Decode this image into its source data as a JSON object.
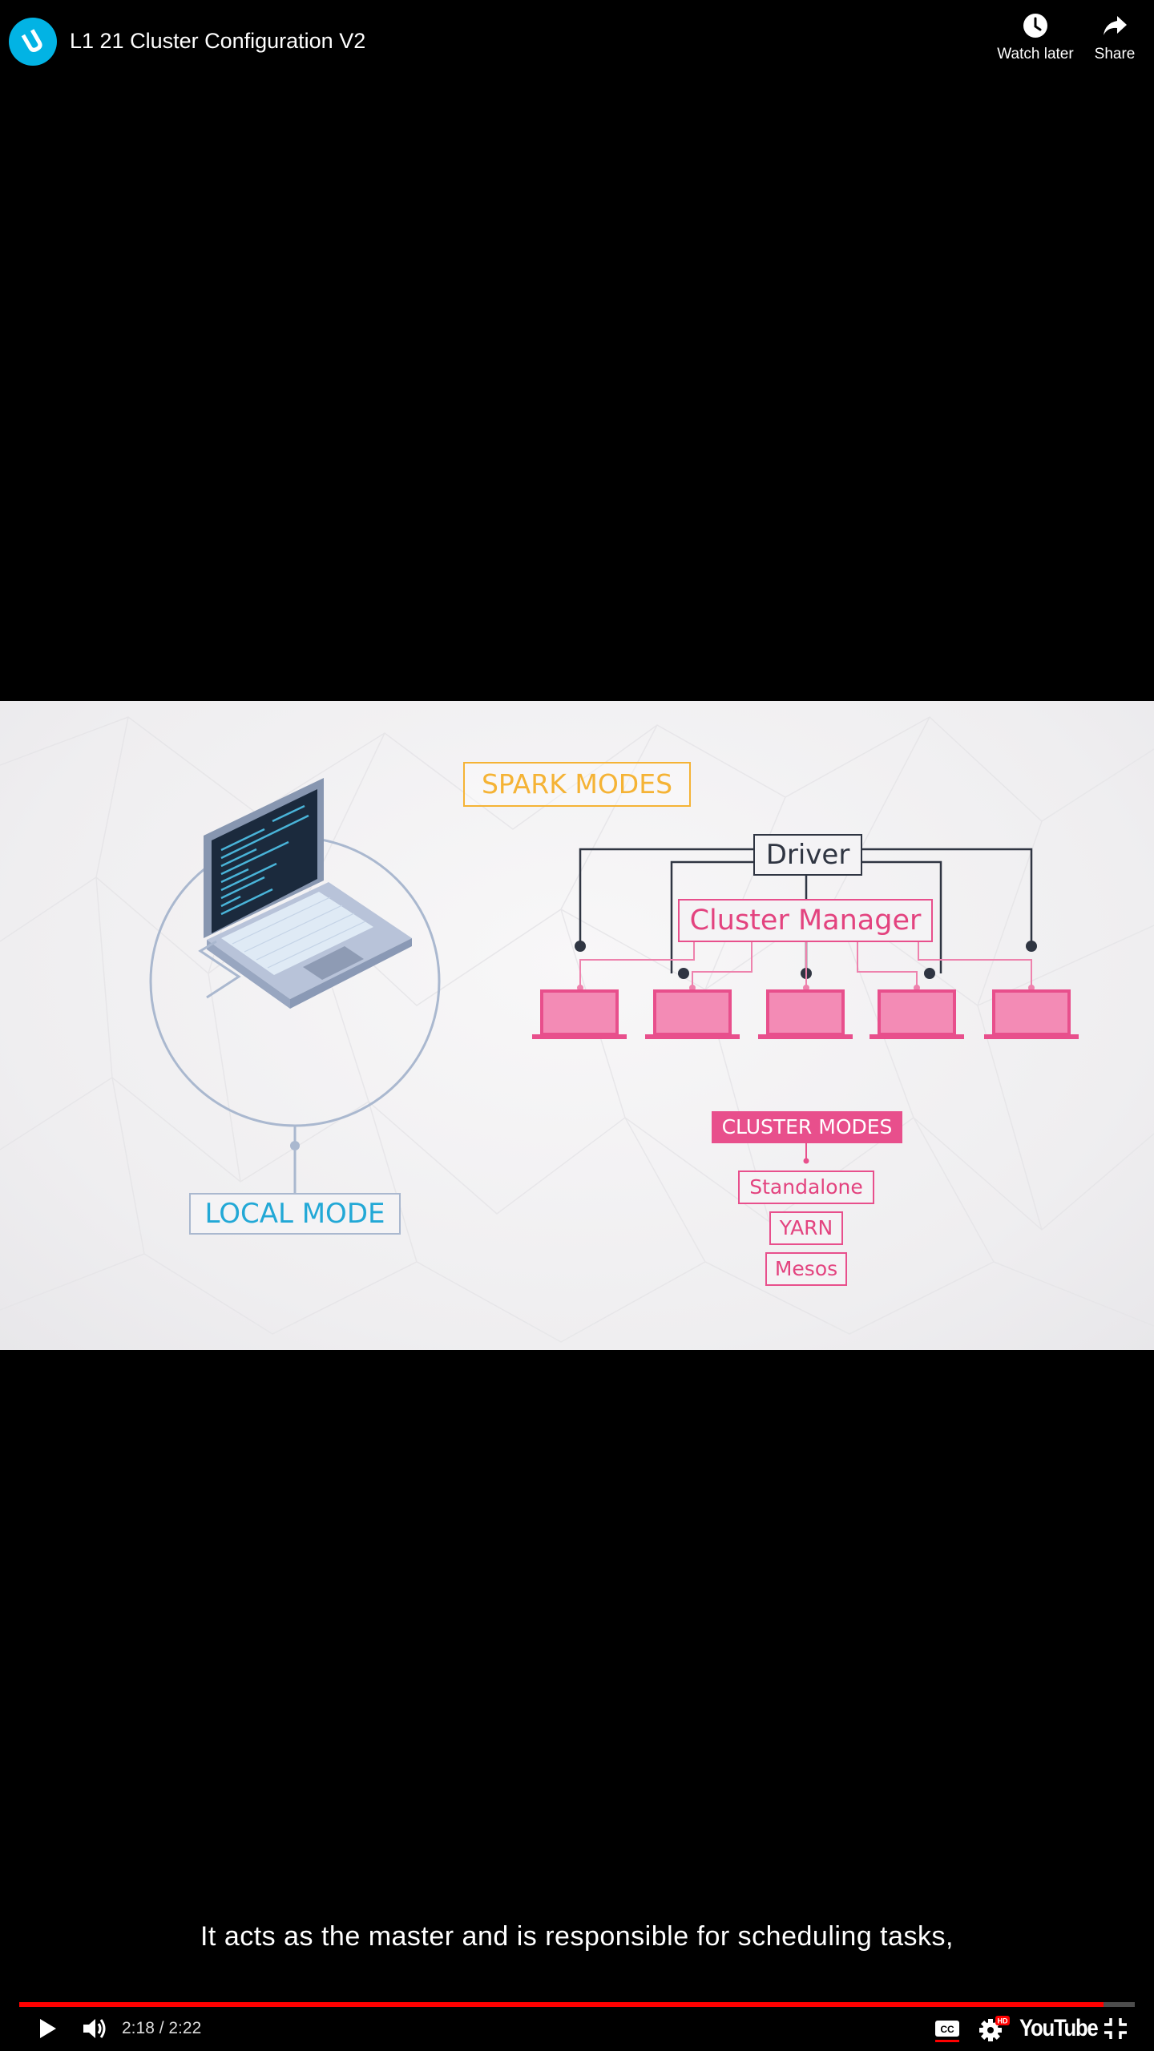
{
  "header": {
    "title": "L1 21 Cluster Configuration V2",
    "channel_logo_icon": "udacity-logo-icon",
    "watch_later_label": "Watch later",
    "share_label": "Share"
  },
  "slide": {
    "title": "SPARK MODES",
    "driver": "Driver",
    "cluster_manager": "Cluster Manager",
    "cluster_modes_heading": "CLUSTER MODES",
    "cluster_modes": [
      "Standalone",
      "YARN",
      "Mesos"
    ],
    "local_mode": "LOCAL MODE",
    "worker_count": 5,
    "colors": {
      "spark_modes": "#f5b335",
      "driver": "#2f3542",
      "cluster": "#e84f8c",
      "local": "#22a8d6"
    }
  },
  "subtitle": "It acts as the master and is responsible for scheduling tasks,",
  "controls": {
    "time": "2:18 / 2:22",
    "progress_fraction": 0.972,
    "youtube_label": "YouTube",
    "icons": [
      "play-icon",
      "volume-icon",
      "captions-icon",
      "settings-icon",
      "exit-fullscreen-icon"
    ]
  }
}
